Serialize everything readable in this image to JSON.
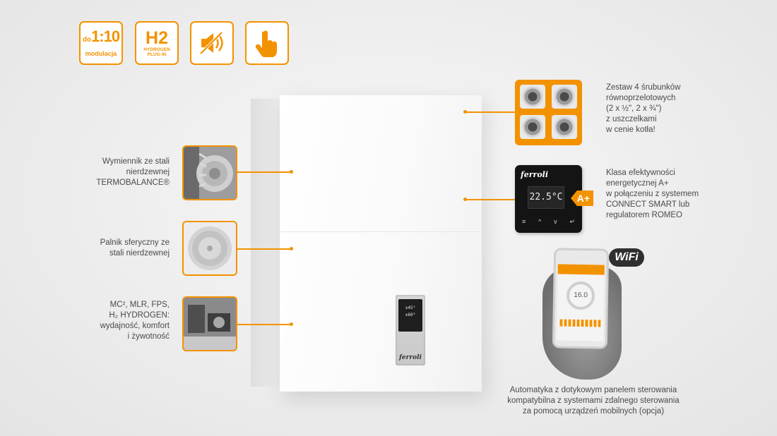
{
  "badges": {
    "modulation": {
      "prefix": "do",
      "ratio": "1:10",
      "label": "modulacja"
    },
    "hydrogen": {
      "mark": "H2",
      "line1": "HYDROGEN",
      "line2": "PLUG-IN"
    },
    "silent_icon": "speaker-muted-icon",
    "touch_icon": "hand-pointer-icon"
  },
  "left_features": [
    {
      "lines": [
        "Wymiennik ze stali",
        "nierdzewnej",
        "TERMOBALANCE®"
      ]
    },
    {
      "lines": [
        "Palnik sferyczny ze",
        "stali nierdzewnej"
      ]
    },
    {
      "lines": [
        "MC², MLR, FPS,",
        "H₂ HYDROGEN:",
        "wydajność, komfort",
        "i żywotność"
      ]
    }
  ],
  "right_features": [
    {
      "lines": [
        "Zestaw 4 śrubunków",
        "równoprzelotowych",
        "(2 x ½\", 2 x ¾\")",
        "z uszczelkami",
        "w cenie kotła!"
      ]
    },
    {
      "lines": [
        "Klasa efektywności",
        "energetycznej A+",
        "w połączeniu z systemem",
        "CONNECT SMART lub",
        "regulatorem ROMEO"
      ]
    }
  ],
  "bottom_caption": [
    "Automatyka z dotykowym panelem sterowania",
    "kompatybilna z systemami zdalnego sterowania",
    "za pomocą urządzeń mobilnych (opcja)"
  ],
  "thermostat": {
    "brand": "ferroli",
    "temperature": "22.5°C",
    "energy_class": "A+"
  },
  "boiler": {
    "brand": "ferroli",
    "display_line1": "±45°",
    "display_line2": "±60°"
  },
  "phone": {
    "temperature": "16.0"
  },
  "wifi_label": "WiFi",
  "colors": {
    "accent": "#f39200",
    "text": "#4a4a4a"
  }
}
